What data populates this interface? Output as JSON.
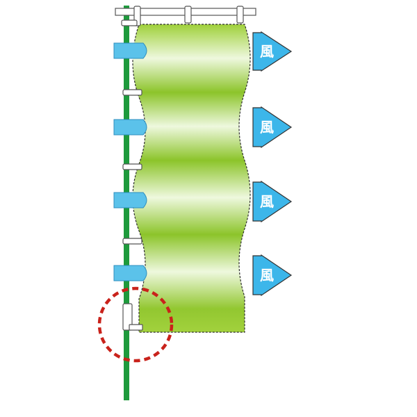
{
  "diagram": {
    "wind_arrows": [
      {
        "label": "風"
      },
      {
        "label": "風"
      },
      {
        "label": "風"
      },
      {
        "label": "風"
      }
    ],
    "colors": {
      "pole": "#1e9a3c",
      "banner_light": "#f4faee",
      "banner_mid": "#b9dd55",
      "banner_dark": "#86c024",
      "arrow": "#3cb6ea",
      "arrow_text": "#ffffff",
      "clip": "#5bc2ea",
      "ring": "#ffffff",
      "outline": "#333333",
      "highlight_circle": "#c9221b"
    }
  }
}
